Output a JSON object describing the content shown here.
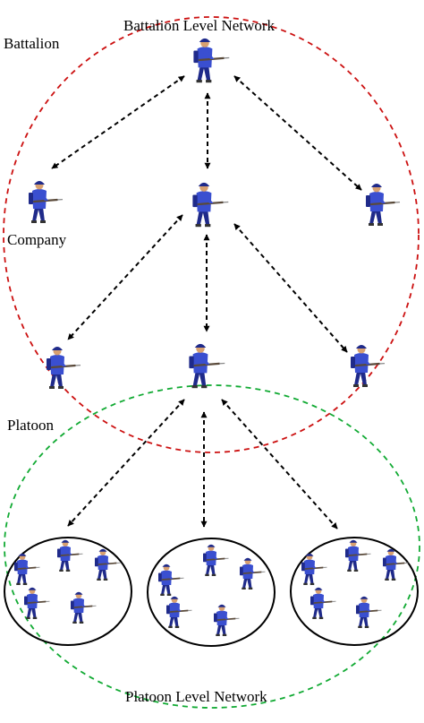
{
  "labels": {
    "battalion_network": "Battalion Level Network",
    "battalion": "Battalion",
    "company": "Company",
    "platoon": "Platoon",
    "platoon_network": "Platoon Level Network"
  },
  "colors": {
    "battalion_ring": "#cc1111",
    "platoon_ring": "#11aa33",
    "group_ring": "#000000",
    "link": "#000000",
    "uniform": "#3a4fd0",
    "uniform_dark": "#1f2a8a",
    "skin": "#d8a070",
    "rifle": "#5a4a3a"
  },
  "icons": {
    "soldier": "soldier-icon",
    "link": "bidirectional-dashed-arrow"
  }
}
